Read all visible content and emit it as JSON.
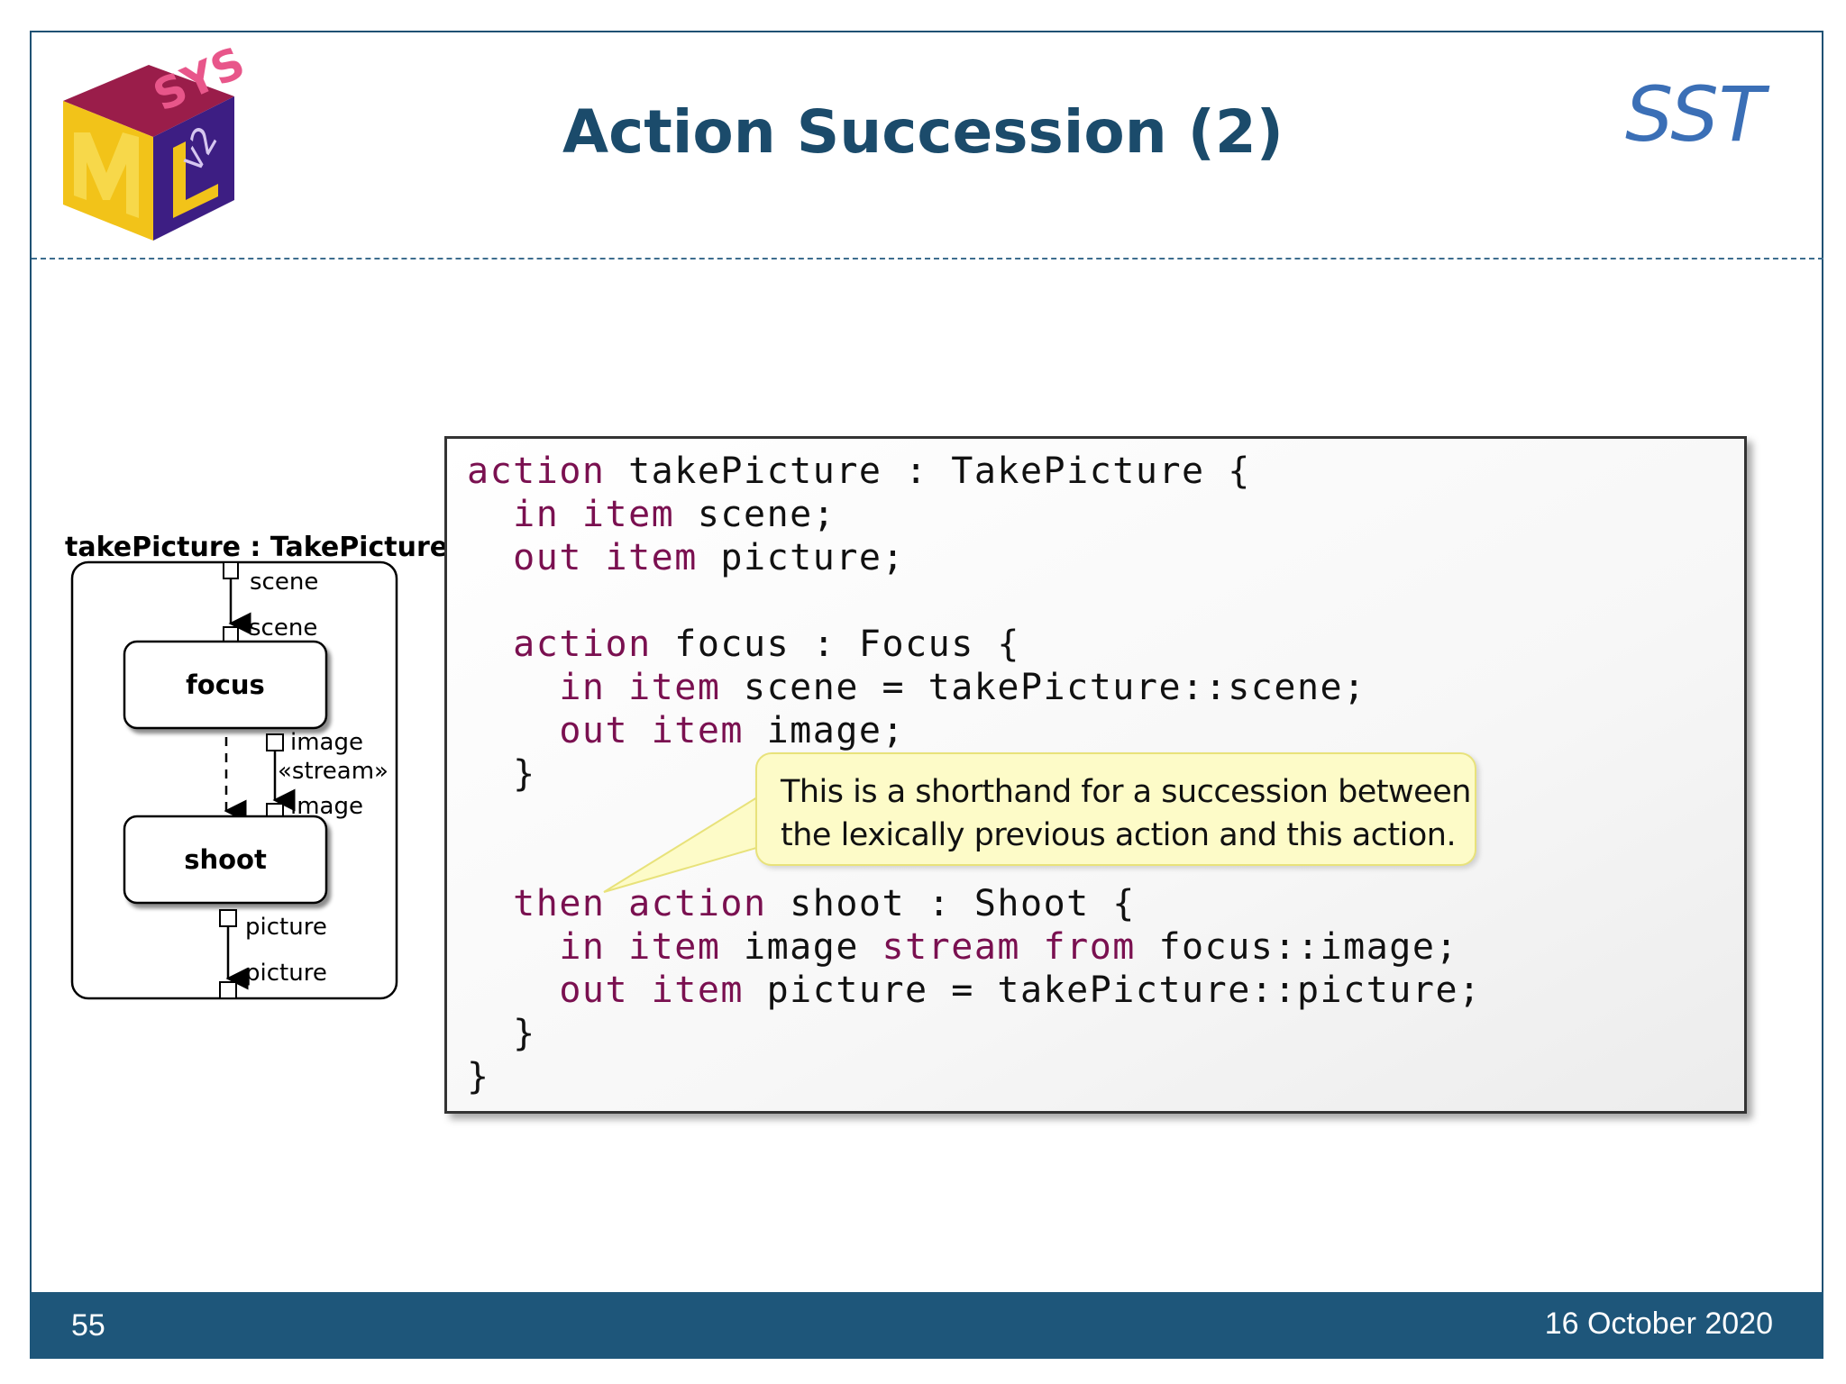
{
  "slide": {
    "title": "Action Succession (2)",
    "organization": "SST",
    "logo_text": "SYS ML v2",
    "page_number": "55",
    "date": "16 October 2020"
  },
  "diagram": {
    "title": "takePicture : TakePicture",
    "port_scene_outer": "scene",
    "port_scene_inner": "scene",
    "action_focus": "focus",
    "port_image_out": "image",
    "stream_label": "«stream»",
    "port_image_in": "image",
    "action_shoot": "shoot",
    "port_picture_inner": "picture",
    "port_picture_outer": "picture"
  },
  "code": {
    "lines": [
      [
        {
          "t": "action",
          "k": true
        },
        {
          "t": " takePicture : TakePicture {"
        }
      ],
      [
        {
          "t": "  "
        },
        {
          "t": "in item",
          "k": true
        },
        {
          "t": " scene;"
        }
      ],
      [
        {
          "t": "  "
        },
        {
          "t": "out item",
          "k": true
        },
        {
          "t": " picture;"
        }
      ],
      [
        {
          "t": ""
        }
      ],
      [
        {
          "t": "  "
        },
        {
          "t": "action",
          "k": true
        },
        {
          "t": " focus : Focus {"
        }
      ],
      [
        {
          "t": "    "
        },
        {
          "t": "in item",
          "k": true
        },
        {
          "t": " scene = takePicture::scene;"
        }
      ],
      [
        {
          "t": "    "
        },
        {
          "t": "out item",
          "k": true
        },
        {
          "t": " image;"
        }
      ],
      [
        {
          "t": "  }"
        }
      ],
      [
        {
          "t": ""
        }
      ],
      [
        {
          "t": ""
        }
      ],
      [
        {
          "t": "  "
        },
        {
          "t": "then action",
          "k": true
        },
        {
          "t": " shoot : Shoot {"
        }
      ],
      [
        {
          "t": "    "
        },
        {
          "t": "in item",
          "k": true
        },
        {
          "t": " image "
        },
        {
          "t": "stream from",
          "k": true
        },
        {
          "t": " focus::image;"
        }
      ],
      [
        {
          "t": "    "
        },
        {
          "t": "out item",
          "k": true
        },
        {
          "t": " picture = takePicture::picture;"
        }
      ],
      [
        {
          "t": "  }"
        }
      ],
      [
        {
          "t": "}"
        }
      ]
    ]
  },
  "callout": {
    "line1": "This is a shorthand for a succession between",
    "line2": "the lexically previous action and this action."
  }
}
